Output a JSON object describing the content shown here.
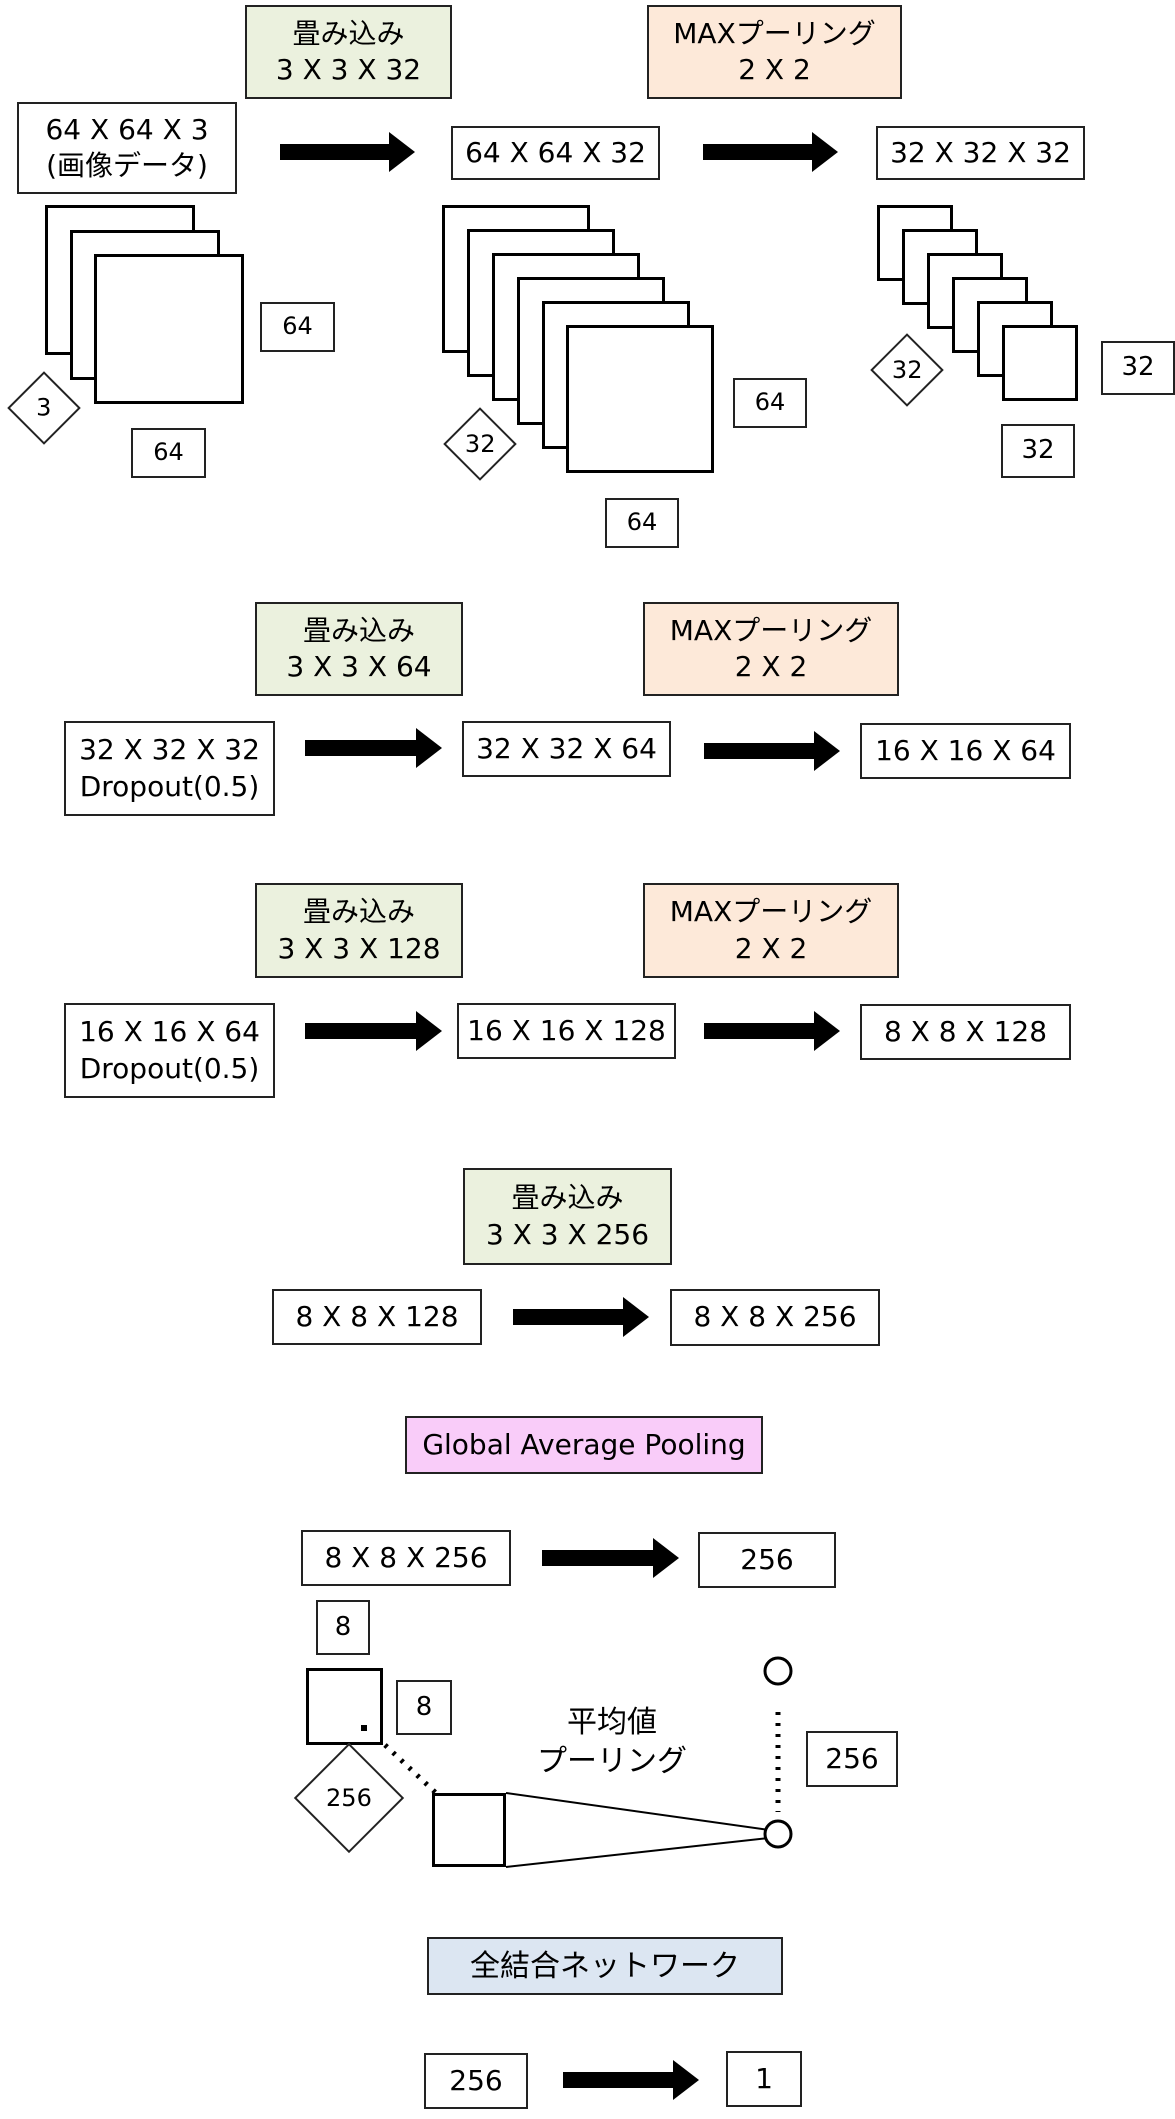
{
  "stage1": {
    "conv_label": "畳み込み",
    "conv_size": "3 X 3 X 32",
    "pool_label": "MAXプーリング",
    "pool_size": "2 X 2",
    "input_line1": "64 X 64 X 3",
    "input_line2": "(画像データ)",
    "input_width": "64",
    "input_height": "64",
    "input_depth": "3",
    "conv_out": "64 X 64 X 32",
    "conv_out_width": "64",
    "conv_out_height": "64",
    "conv_out_depth": "32",
    "pool_out": "32 X 32 X 32",
    "pool_out_width": "32",
    "pool_out_height": "32",
    "pool_out_depth": "32"
  },
  "stage2": {
    "conv_label": "畳み込み",
    "conv_size": "3 X 3 X 64",
    "pool_label": "MAXプーリング",
    "pool_size": "2 X 2",
    "input_line1": "32 X 32 X 32",
    "input_line2": "Dropout(0.5)",
    "conv_out": "32 X 32 X 64",
    "pool_out": "16 X 16 X 64"
  },
  "stage3": {
    "conv_label": "畳み込み",
    "conv_size": "3 X 3 X 128",
    "pool_label": "MAXプーリング",
    "pool_size": "2 X 2",
    "input_line1": "16 X 16 X 64",
    "input_line2": "Dropout(0.5)",
    "conv_out": "16 X 16 X 128",
    "pool_out": "8 X 8 X 128"
  },
  "stage4": {
    "conv_label": "畳み込み",
    "conv_size": "3 X 3 X 256",
    "input": "8 X 8 X 128",
    "conv_out": "8 X 8 X 256"
  },
  "gap": {
    "label": "Global Average Pooling",
    "input": "8 X 8 X 256",
    "output": "256",
    "map_width": "8",
    "map_height": "8",
    "map_depth": "256",
    "avg_line1": "平均値",
    "avg_line2": "プーリング",
    "vector_size": "256"
  },
  "fc": {
    "label": "全結合ネットワーク",
    "input": "256",
    "output": "1"
  },
  "colors": {
    "conv": "#ebf1de",
    "pool": "#fde9d9",
    "gap": "#f9ccf9",
    "fc": "#dce6f2",
    "line": "#000000"
  }
}
